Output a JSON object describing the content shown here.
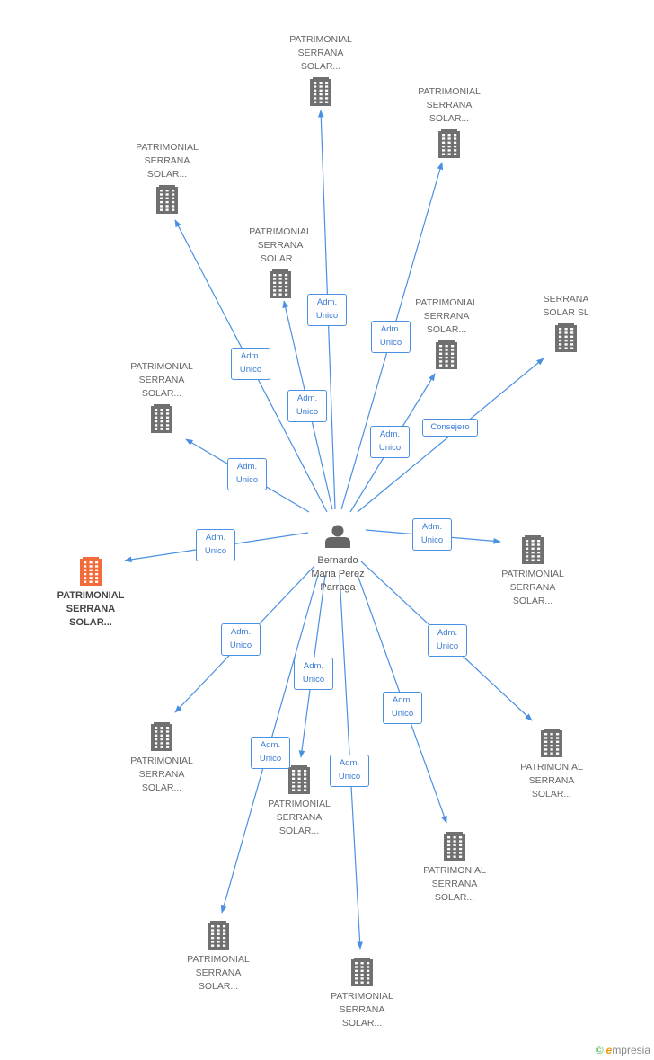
{
  "colors": {
    "edge": "#4a90e2",
    "company": "#707070",
    "highlight": "#f26b3a",
    "person": "#666666"
  },
  "center": {
    "lines": [
      "Bernardo",
      "Maria Perez",
      "Parraga"
    ]
  },
  "nodes": [
    {
      "id": "n1",
      "lines": [
        "PATRIMONIAL",
        "SERRANA",
        "SOLAR..."
      ]
    },
    {
      "id": "n2",
      "lines": [
        "PATRIMONIAL",
        "SERRANA",
        "SOLAR..."
      ]
    },
    {
      "id": "n3",
      "lines": [
        "PATRIMONIAL",
        "SERRANA",
        "SOLAR..."
      ]
    },
    {
      "id": "n4",
      "lines": [
        "PATRIMONIAL",
        "SERRANA",
        "SOLAR..."
      ]
    },
    {
      "id": "n5",
      "lines": [
        "PATRIMONIAL",
        "SERRANA",
        "SOLAR..."
      ]
    },
    {
      "id": "n6",
      "lines": [
        "SERRANA",
        "SOLAR SL"
      ]
    },
    {
      "id": "n7",
      "lines": [
        "PATRIMONIAL",
        "SERRANA",
        "SOLAR..."
      ]
    },
    {
      "id": "n8",
      "lines": [
        "PATRIMONIAL",
        "SERRANA",
        "SOLAR..."
      ],
      "highlight": true
    },
    {
      "id": "n9",
      "lines": [
        "PATRIMONIAL",
        "SERRANA",
        "SOLAR..."
      ]
    },
    {
      "id": "n10",
      "lines": [
        "PATRIMONIAL",
        "SERRANA",
        "SOLAR..."
      ]
    },
    {
      "id": "n11",
      "lines": [
        "PATRIMONIAL",
        "SERRANA",
        "SOLAR..."
      ]
    },
    {
      "id": "n12",
      "lines": [
        "PATRIMONIAL",
        "SERRANA",
        "SOLAR..."
      ]
    },
    {
      "id": "n13",
      "lines": [
        "PATRIMONIAL",
        "SERRANA",
        "SOLAR..."
      ]
    },
    {
      "id": "n14",
      "lines": [
        "PATRIMONIAL",
        "SERRANA",
        "SOLAR..."
      ]
    },
    {
      "id": "n15",
      "lines": [
        "PATRIMONIAL",
        "SERRANA",
        "SOLAR..."
      ]
    },
    {
      "id": "n16",
      "lines": [
        "PATRIMONIAL",
        "SERRANA",
        "SOLAR..."
      ]
    }
  ],
  "edges": [
    {
      "to": "n1",
      "label": [
        "Adm.",
        "Unico"
      ]
    },
    {
      "to": "n2",
      "label": [
        "Adm.",
        "Unico"
      ]
    },
    {
      "to": "n3",
      "label": [
        "Adm.",
        "Unico"
      ]
    },
    {
      "to": "n4",
      "label": [
        "Adm.",
        "Unico"
      ]
    },
    {
      "to": "n5",
      "label": [
        "Adm.",
        "Unico"
      ]
    },
    {
      "to": "n6",
      "label": [
        "Consejero"
      ]
    },
    {
      "to": "n7",
      "label": [
        "Adm.",
        "Unico"
      ]
    },
    {
      "to": "n8",
      "label": [
        "Adm.",
        "Unico"
      ]
    },
    {
      "to": "n9",
      "label": [
        "Adm.",
        "Unico"
      ]
    },
    {
      "to": "n10",
      "label": [
        "Adm.",
        "Unico"
      ]
    },
    {
      "to": "n11",
      "label": [
        "Adm.",
        "Unico"
      ]
    },
    {
      "to": "n12",
      "label": [
        "Adm.",
        "Unico"
      ]
    },
    {
      "to": "n13",
      "label": [
        "Adm.",
        "Unico"
      ]
    },
    {
      "to": "n14",
      "label": [
        "Adm.",
        "Unico"
      ]
    },
    {
      "to": "n15",
      "label": [
        "Adm.",
        "Unico"
      ]
    },
    {
      "to": "n16",
      "label": [
        "Adm.",
        "Unico"
      ]
    }
  ],
  "brand": {
    "copyright": "©",
    "name": "mpresia",
    "initial": "e"
  }
}
